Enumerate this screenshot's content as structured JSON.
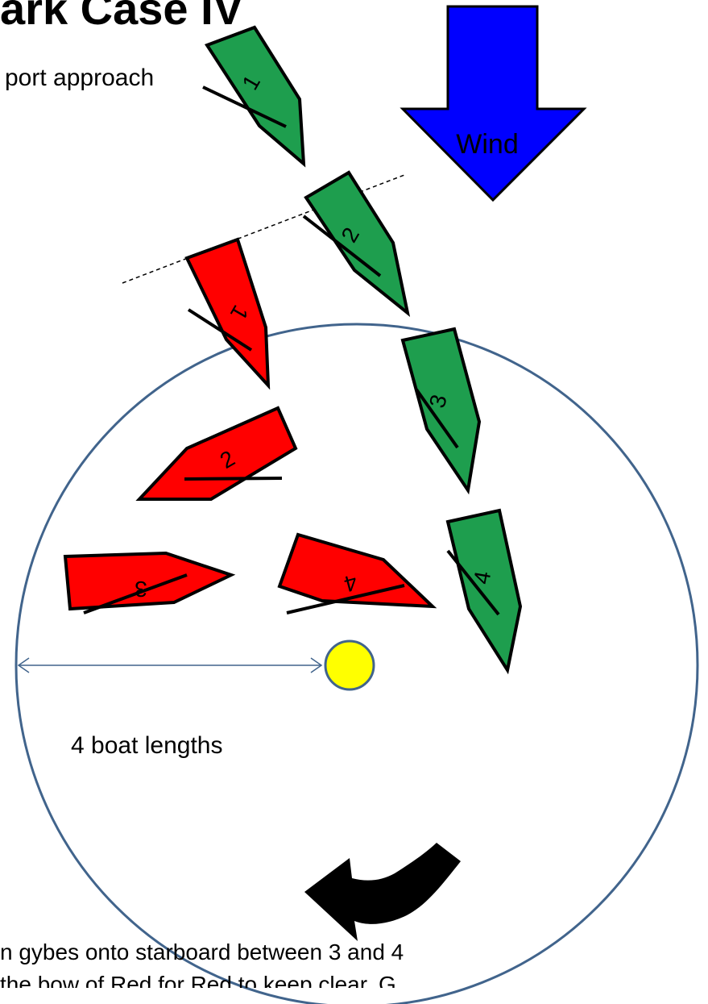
{
  "header": {
    "title": "ark Case IV",
    "subtitle": "port approach"
  },
  "wind": {
    "label": "Wind",
    "color": "#0000ff"
  },
  "mark": {
    "color": "#ffff00"
  },
  "zone": {
    "measure_label": "4 boat lengths",
    "stroke_color": "#41648c"
  },
  "boats": {
    "green": {
      "color": "#1e9e4e",
      "labels": [
        "1",
        "2",
        "3",
        "4"
      ]
    },
    "red": {
      "color": "#ff0000",
      "labels": [
        "1",
        "2",
        "3",
        "4"
      ]
    }
  },
  "footer": {
    "line1": "n gybes onto starboard between 3 and 4",
    "line2": "the bow of Red for Red to keep clear. G"
  }
}
